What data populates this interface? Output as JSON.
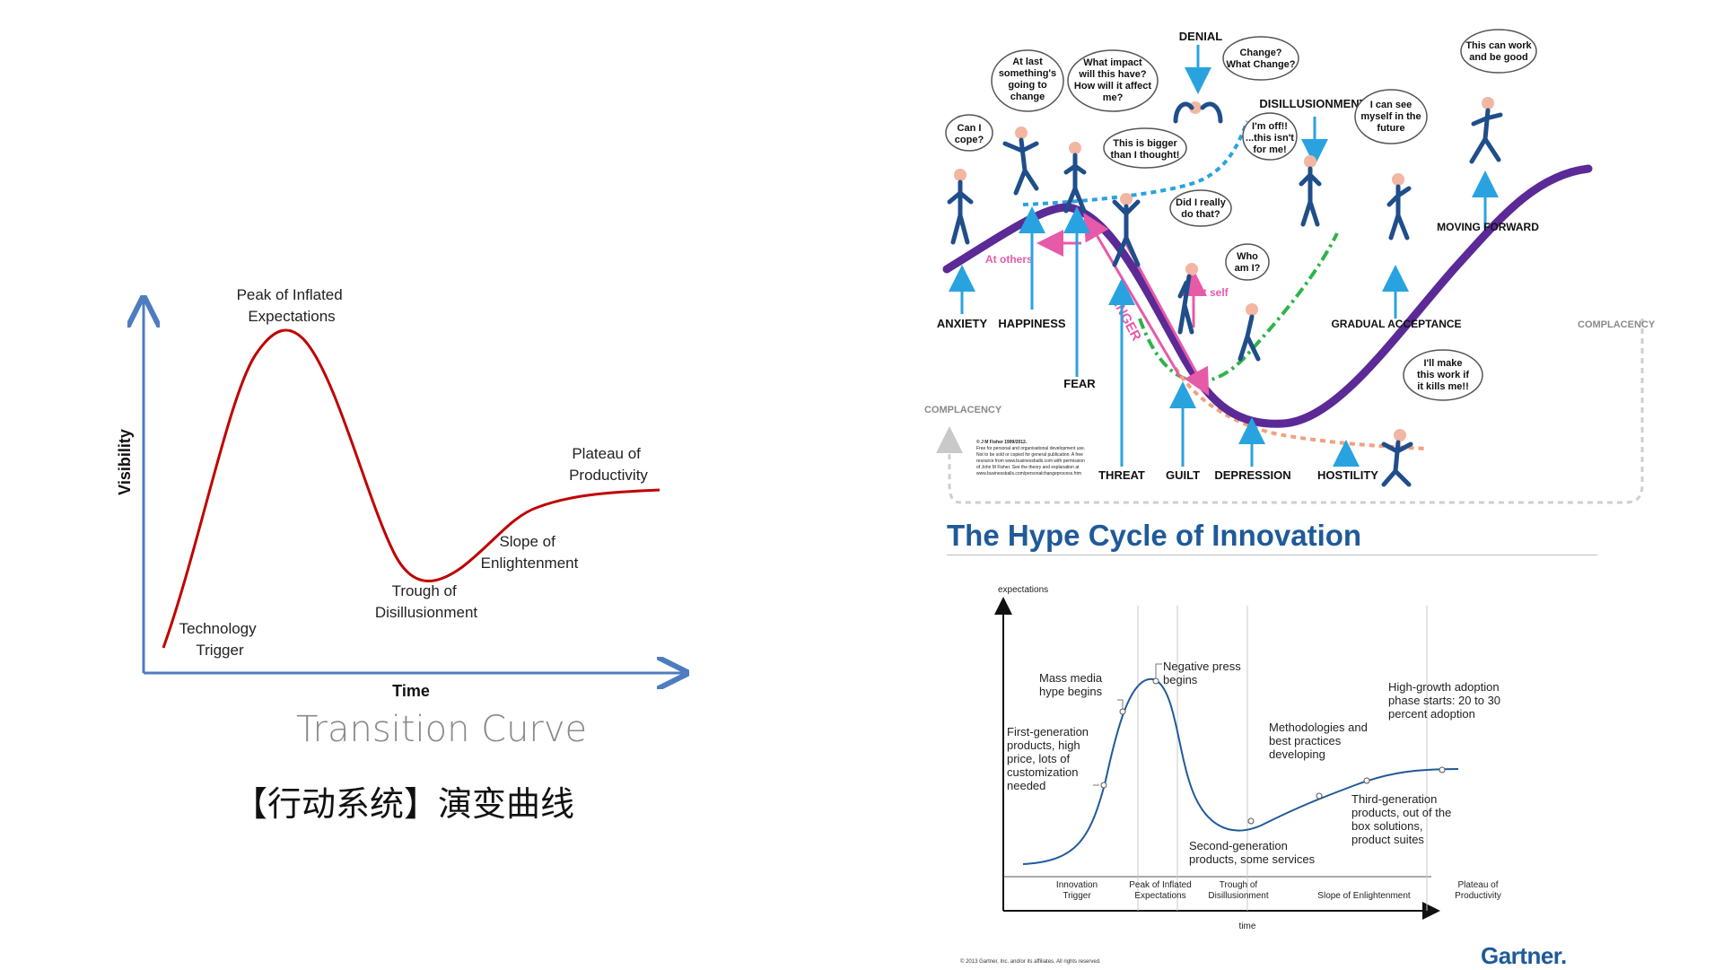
{
  "left_chart": {
    "y_axis_label": "Visibility",
    "x_axis_label": "Time",
    "phases": [
      {
        "label_lines": [
          "Technology",
          "Trigger"
        ]
      },
      {
        "label_lines": [
          "Peak of Inflated",
          "Expectations"
        ]
      },
      {
        "label_lines": [
          "Trough of",
          "Disillusionment"
        ]
      },
      {
        "label_lines": [
          "Slope of",
          "Enlightenment"
        ]
      },
      {
        "label_lines": [
          "Plateau of",
          "Productivity"
        ]
      }
    ],
    "curve_color": "#c00000",
    "axis_color": "#4f7cc0"
  },
  "captions": {
    "transition": "Transition Curve",
    "chinese": "【行动系统】演变曲线"
  },
  "transition_curve": {
    "stages": [
      "ANXIETY",
      "HAPPINESS",
      "FEAR",
      "THREAT",
      "GUILT",
      "DEPRESSION",
      "HOSTILITY",
      "GRADUAL ACCEPTANCE",
      "MOVING FORWARD",
      "DENIAL",
      "DISILLUSIONMENT"
    ],
    "complacency_labels": [
      "COMPLACENCY",
      "COMPLACENCY"
    ],
    "anger_labels": [
      "ANGER",
      "At others",
      "At self"
    ],
    "thought_bubbles": [
      [
        "Can I",
        "cope?"
      ],
      [
        "At last",
        "something's",
        "going to",
        "change"
      ],
      [
        "What impact",
        "will this have?",
        "How will it affect",
        "me?"
      ],
      [
        "This is bigger",
        "than I thought!"
      ],
      [
        "Change?",
        "What Change?"
      ],
      [
        "I'm off!!",
        "...this isn't",
        "for me!"
      ],
      [
        "Did I really",
        "do that?"
      ],
      [
        "Who",
        "am I?"
      ],
      [
        "I can see",
        "myself in the",
        "future"
      ],
      [
        "This can work",
        "and be good"
      ],
      [
        "I'll make",
        "this work if",
        "it kills me!!"
      ]
    ],
    "credit_lines": [
      "© J M Fisher 1999/2012.",
      "Free for personal and organisational development use.",
      "Not to be sold or copied for general publication. A free",
      "resource from www.businessballs.com with permission",
      "of John M Fisher. See the theory and explanation at",
      "www.businessballs.com/personalchangeprocess.htm"
    ],
    "curve_color": "#5b2a96",
    "stage_arrow_color": "#29a3df"
  },
  "gartner": {
    "title": "The Hype Cycle of Innovation",
    "y_axis_label": "expectations",
    "x_axis_label": "time",
    "phases": [
      {
        "label_lines": [
          "Innovation",
          "Trigger"
        ]
      },
      {
        "label_lines": [
          "Peak of Inflated",
          "Expectations"
        ]
      },
      {
        "label_lines": [
          "Trough of",
          "Disillusionment"
        ]
      },
      {
        "label_lines": [
          "Slope of Enlightenment"
        ]
      },
      {
        "label_lines": [
          "Plateau of",
          "Productivity"
        ]
      }
    ],
    "annotations": [
      {
        "lines": [
          "First-generation",
          "products, high",
          "price, lots of",
          "customization",
          "needed"
        ]
      },
      {
        "lines": [
          "Mass media",
          "hype begins"
        ]
      },
      {
        "lines": [
          "Negative press",
          "begins"
        ]
      },
      {
        "lines": [
          "Second-generation",
          "products, some services"
        ]
      },
      {
        "lines": [
          "Methodologies and",
          "best practices",
          "developing"
        ]
      },
      {
        "lines": [
          "Third-generation",
          "products, out of the",
          "box solutions,",
          "product suites"
        ]
      },
      {
        "lines": [
          "High-growth adoption",
          "phase starts: 20 to 30",
          "percent adoption"
        ]
      }
    ],
    "logo": "Gartner.",
    "copyright": "© 2013 Gartner, Inc. and/or its affiliates. All rights reserved.",
    "curve_color": "#1f5a99"
  }
}
